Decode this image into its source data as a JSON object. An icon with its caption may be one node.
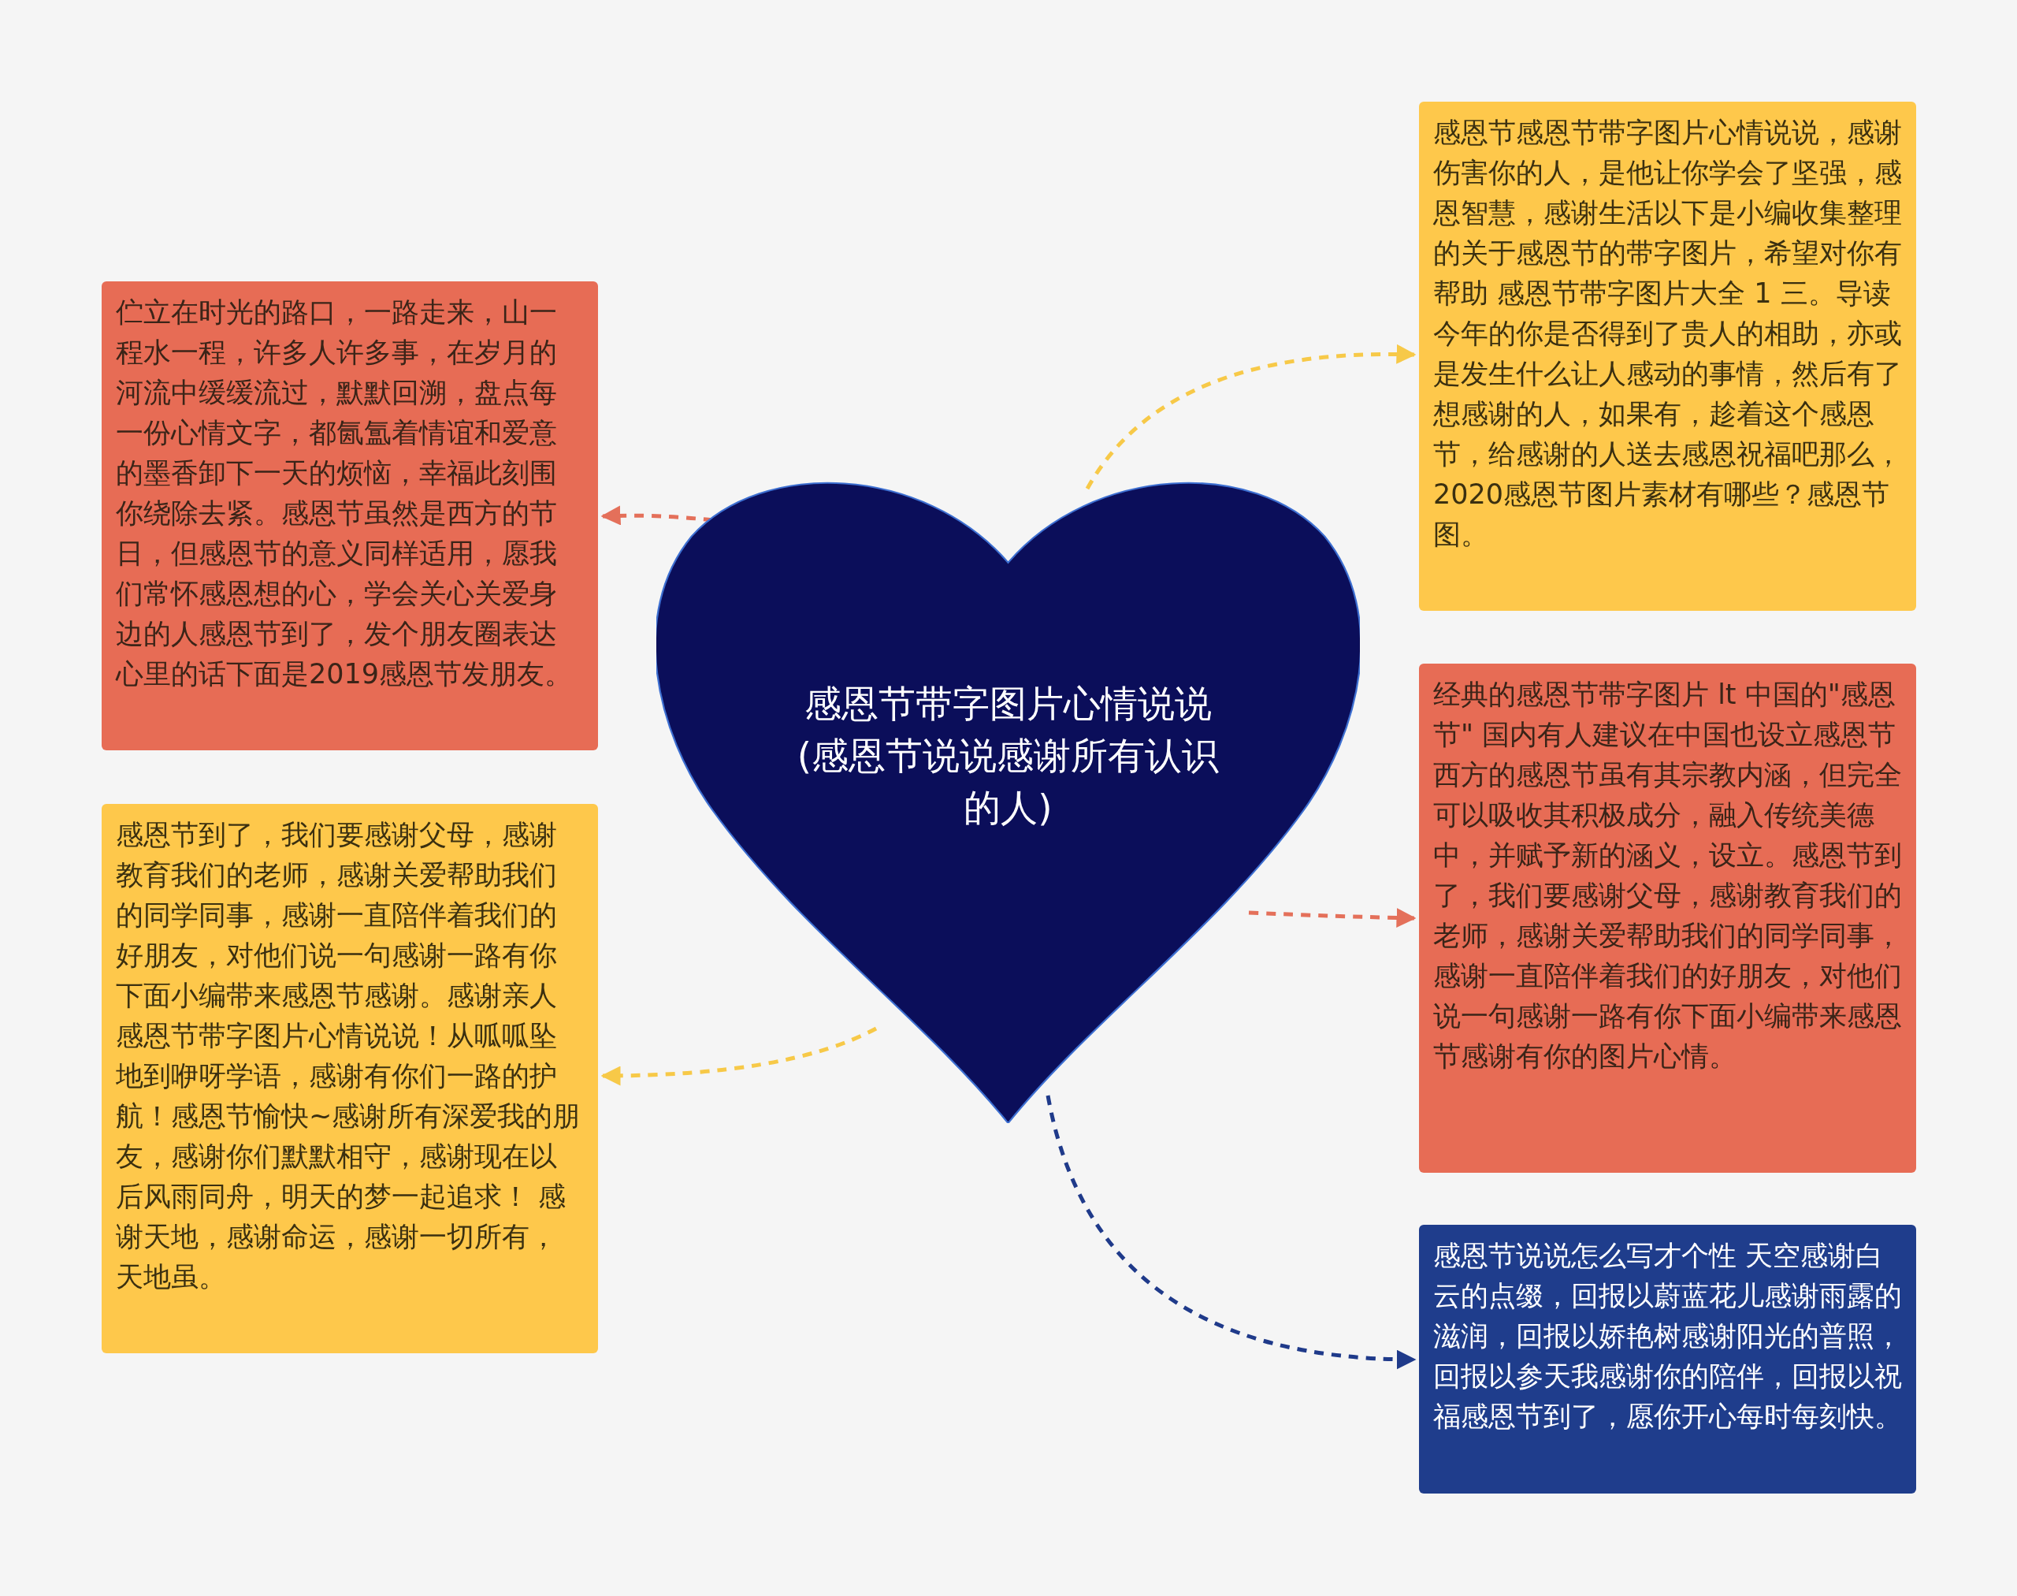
{
  "diagram": {
    "nodes": [
      {
        "text": [
          "感恩节带字图片心情说说(感恩节说说感谢所有认识的人)"
        ]
      },
      {
        "text": [
          "伫立在时光的路口，一路走来，山一程水一程，许多人许多事，在岁月的河流中缓缓流过，默默回溯，盘点每一份心情文字，都氤氲着情谊和爱意的墨香卸下一天的烦恼，幸福此刻围你绕除去紧。感恩节虽然是西方的节日，但感恩节的意义同样适用，愿我们常怀感恩想的心，学会关心关爱身边的人感恩节到了，发个朋友圈表达心里的话下面是2019感恩节发朋友。"
        ]
      },
      {
        "text": [
          "感恩节到了，我们要感谢父母，感谢教育我们的老师，感谢关爱帮助我们的同学同事，感谢一直陪伴着我们的好朋友，对他们说一句感谢一路有你下面小编带来感恩节感谢。感谢亲人感恩节带字图片心情说说！从呱呱坠地到咿呀学语，感谢有你们一路的护航！感恩节愉快~感谢所有深爱我的朋友，感谢你们默默相守，感谢现在以后风雨同舟，明天的梦一起追求！ 感谢天地，感谢命运，感谢一切所有，天地虽。"
        ]
      },
      {
        "text": [
          "感恩节感恩节带字图片心情说说，感谢伤害你的人，是他让你学会了坚强，感恩智慧，感谢生活以下是小编收集整理的关于感恩节的带字图片，希望对你有帮助 感恩节带字图片大全 1 三。导读今年的你是否得到了贵人的相助，亦或是发生什么让人感动的事情，然后有了想感谢的人，如果有，趁着这个感恩节，给感谢的人送去感恩祝福吧那么，2020感恩节图片素材有哪些？感恩节图。"
        ]
      },
      {
        "text": [
          "经典的感恩节带字图片 lt 中国的\"感恩节\" 国内有人建议在中国也设立感恩节西方的感恩节虽有其宗教内涵，但完全可以吸收其积极成分，融入传统美德中，并赋予新的涵义，设立。感恩节到了，我们要感谢父母，感谢教育我们的老师，感谢关爱帮助我们的同学同事，感谢一直陪伴着我们的好朋友，对他们说一句感谢一路有你下面小编带来感恩节感谢有你的图片心情。"
        ]
      },
      {
        "text": [
          "感恩节说说怎么写才个性 天空感谢白云的点缀，回报以蔚蓝花儿感谢雨露的滋润，回报以娇艳树感谢阳光的普照，回报以参天我感谢你的陪伴，回报以祝福感恩节到了，愿你开心每时每刻快。"
        ]
      }
    ],
    "edges": [
      {
        "from": 0,
        "to": 1,
        "arrow": "to",
        "style": "dashed",
        "color": "#e4705a"
      },
      {
        "from": 0,
        "to": 2,
        "arrow": "to",
        "style": "dashed",
        "color": "#f7c948"
      },
      {
        "from": 0,
        "to": 3,
        "arrow": "to",
        "style": "dashed",
        "color": "#f7c948"
      },
      {
        "from": 0,
        "to": 4,
        "arrow": "to",
        "style": "dashed",
        "color": "#e4705a"
      },
      {
        "from": 0,
        "to": 5,
        "arrow": "to",
        "style": "dashed",
        "color": "#1f3a8a"
      }
    ]
  }
}
